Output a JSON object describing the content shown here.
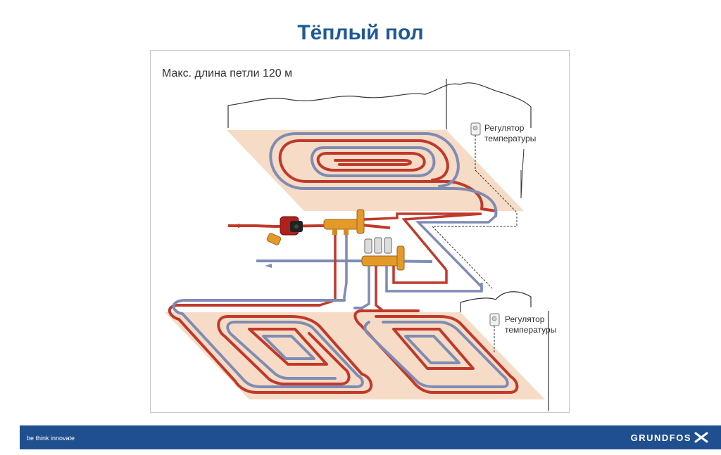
{
  "slide": {
    "title": "Тёплый пол"
  },
  "diagram": {
    "heading": "Макс. длина петли 120 м",
    "upper_regulator": {
      "line1": "Регулятор",
      "line2": "температуры"
    },
    "lower_regulator": {
      "line1": "Регулятор",
      "line2": "температуры"
    },
    "colors": {
      "floor": "#f6dcc6",
      "supply_pipe": "#c0392b",
      "return_pipe": "#7f8cb4",
      "manifold": "#e39a2a",
      "pump": "#b0201c"
    }
  },
  "footer": {
    "tagline": "be think innovate",
    "logo": "GRUNDFOS",
    "logo_icon": "grundfos-x-icon",
    "bar_color": "#1f4f8f"
  }
}
